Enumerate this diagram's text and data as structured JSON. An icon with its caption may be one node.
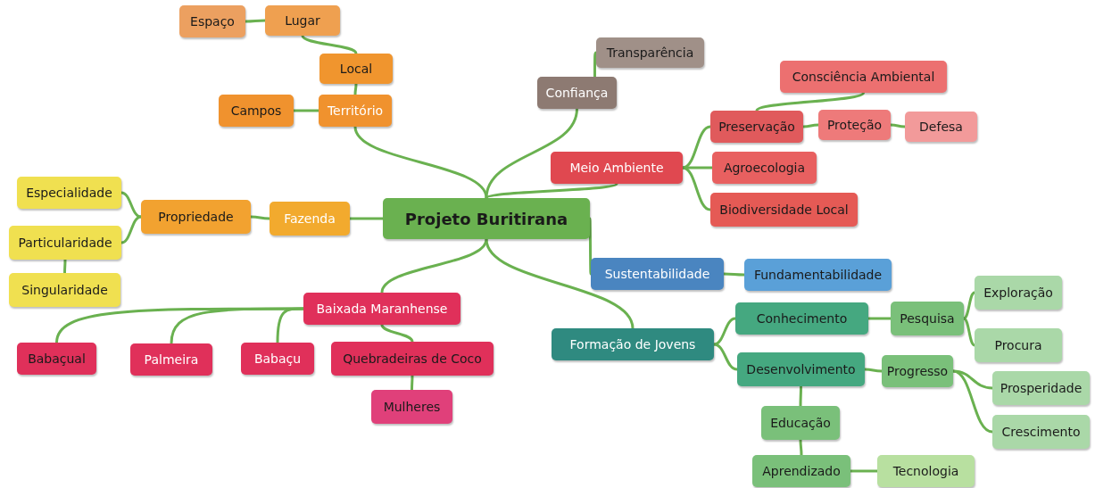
{
  "diagram": {
    "nodes": [
      {
        "text": [
          "Projeto Buritirana"
        ]
      },
      {
        "text": [
          "Território"
        ]
      },
      {
        "text": [
          "Local"
        ]
      },
      {
        "text": [
          "Lugar"
        ]
      },
      {
        "text": [
          "Espaço"
        ]
      },
      {
        "text": [
          "Campos"
        ]
      },
      {
        "text": [
          "Fazenda"
        ]
      },
      {
        "text": [
          "Propriedade"
        ]
      },
      {
        "text": [
          "Especialidade"
        ]
      },
      {
        "text": [
          "Particularidade"
        ]
      },
      {
        "text": [
          "Singularidade"
        ]
      },
      {
        "text": [
          "Baixada Maranhense"
        ]
      },
      {
        "text": [
          "Babaçual"
        ]
      },
      {
        "text": [
          "Palmeira"
        ]
      },
      {
        "text": [
          "Babaçu"
        ]
      },
      {
        "text": [
          "Quebradeiras de Coco"
        ]
      },
      {
        "text": [
          "Mulheres"
        ]
      },
      {
        "text": [
          "Confiança"
        ]
      },
      {
        "text": [
          "Transparência"
        ]
      },
      {
        "text": [
          "Meio Ambiente"
        ]
      },
      {
        "text": [
          "Preservação"
        ]
      },
      {
        "text": [
          "Consciência Ambiental"
        ]
      },
      {
        "text": [
          "Proteção"
        ]
      },
      {
        "text": [
          "Defesa"
        ]
      },
      {
        "text": [
          "Agroecologia"
        ]
      },
      {
        "text": [
          "Biodiversidade Local"
        ]
      },
      {
        "text": [
          "Sustentabilidade"
        ]
      },
      {
        "text": [
          "Fundamentabilidade"
        ]
      },
      {
        "text": [
          "Formação de Jovens"
        ]
      },
      {
        "text": [
          "Conhecimento"
        ]
      },
      {
        "text": [
          "Pesquisa"
        ]
      },
      {
        "text": [
          "Exploração"
        ]
      },
      {
        "text": [
          "Procura"
        ]
      },
      {
        "text": [
          "Desenvolvimento"
        ]
      },
      {
        "text": [
          "Progresso"
        ]
      },
      {
        "text": [
          "Prosperidade"
        ]
      },
      {
        "text": [
          "Crescimento"
        ]
      },
      {
        "text": [
          "Educação"
        ]
      },
      {
        "text": [
          "Aprendizado"
        ]
      },
      {
        "text": [
          "Tecnologia"
        ]
      }
    ],
    "edges": [
      {
        "from": 0,
        "to": 1,
        "arrow": "none"
      },
      {
        "from": 1,
        "to": 2,
        "arrow": "none"
      },
      {
        "from": 2,
        "to": 3,
        "arrow": "none"
      },
      {
        "from": 3,
        "to": 4,
        "arrow": "none"
      },
      {
        "from": 5,
        "to": 1,
        "arrow": "none"
      },
      {
        "from": 0,
        "to": 6,
        "arrow": "none"
      },
      {
        "from": 6,
        "to": 7,
        "arrow": "none"
      },
      {
        "from": 7,
        "to": 8,
        "arrow": "none"
      },
      {
        "from": 7,
        "to": 9,
        "arrow": "none"
      },
      {
        "from": 9,
        "to": 10,
        "arrow": "none"
      },
      {
        "from": 0,
        "to": 11,
        "arrow": "none"
      },
      {
        "from": 11,
        "to": 12,
        "arrow": "none"
      },
      {
        "from": 11,
        "to": 13,
        "arrow": "none"
      },
      {
        "from": 11,
        "to": 14,
        "arrow": "none"
      },
      {
        "from": 11,
        "to": 15,
        "arrow": "none"
      },
      {
        "from": 15,
        "to": 16,
        "arrow": "none"
      },
      {
        "from": 0,
        "to": 17,
        "arrow": "none"
      },
      {
        "from": 17,
        "to": 18,
        "arrow": "none"
      },
      {
        "from": 0,
        "to": 19,
        "arrow": "none"
      },
      {
        "from": 19,
        "to": 20,
        "arrow": "none"
      },
      {
        "from": 20,
        "to": 21,
        "arrow": "none"
      },
      {
        "from": 20,
        "to": 22,
        "arrow": "none"
      },
      {
        "from": 22,
        "to": 23,
        "arrow": "none"
      },
      {
        "from": 19,
        "to": 24,
        "arrow": "none"
      },
      {
        "from": 19,
        "to": 25,
        "arrow": "none"
      },
      {
        "from": 0,
        "to": 26,
        "arrow": "none"
      },
      {
        "from": 26,
        "to": 27,
        "arrow": "none"
      },
      {
        "from": 0,
        "to": 28,
        "arrow": "none"
      },
      {
        "from": 28,
        "to": 29,
        "arrow": "none"
      },
      {
        "from": 29,
        "to": 30,
        "arrow": "none"
      },
      {
        "from": 30,
        "to": 31,
        "arrow": "none"
      },
      {
        "from": 30,
        "to": 32,
        "arrow": "none"
      },
      {
        "from": 28,
        "to": 33,
        "arrow": "none"
      },
      {
        "from": 33,
        "to": 34,
        "arrow": "none"
      },
      {
        "from": 34,
        "to": 35,
        "arrow": "none"
      },
      {
        "from": 34,
        "to": 36,
        "arrow": "none"
      },
      {
        "from": 33,
        "to": 37,
        "arrow": "none"
      },
      {
        "from": 37,
        "to": 38,
        "arrow": "none"
      },
      {
        "from": 38,
        "to": 39,
        "arrow": "none"
      }
    ]
  }
}
